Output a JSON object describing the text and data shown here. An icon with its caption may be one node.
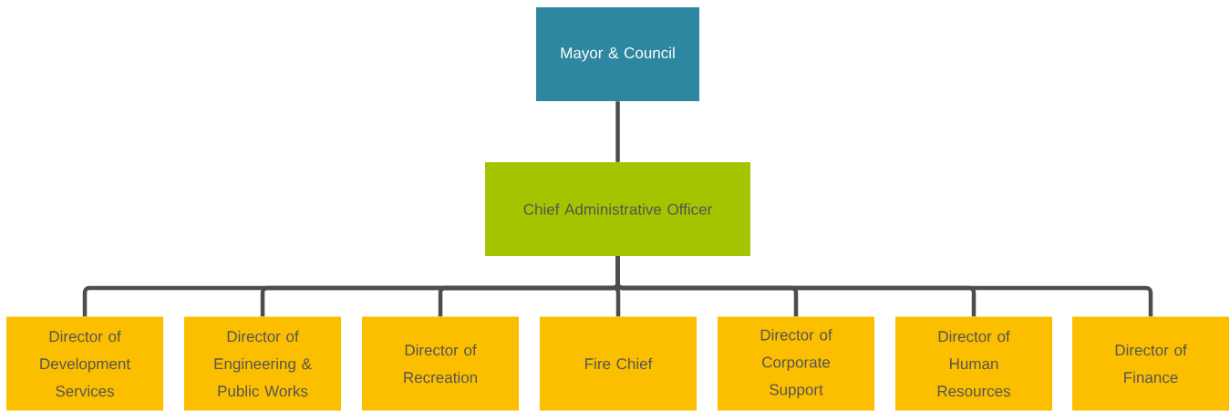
{
  "diagram": {
    "nodes": [
      {
        "text": [
          "Mayor & Council"
        ]
      },
      {
        "text": [
          "Chief Administrative Officer"
        ]
      },
      {
        "text": [
          "Director of Development Services"
        ]
      },
      {
        "text": [
          "Director of Engineering & Public Works"
        ]
      },
      {
        "text": [
          "Director of Recreation"
        ]
      },
      {
        "text": [
          "Fire Chief"
        ]
      },
      {
        "text": [
          "Director of Corporate Support"
        ]
      },
      {
        "text": [
          "Director of Human Resources"
        ]
      },
      {
        "text": [
          "Director of Finance"
        ]
      }
    ],
    "edges": [
      {
        "from": 0,
        "to": 1,
        "arrow": "none"
      },
      {
        "from": 1,
        "to": 2,
        "arrow": "none"
      },
      {
        "from": 1,
        "to": 3,
        "arrow": "none"
      },
      {
        "from": 1,
        "to": 4,
        "arrow": "none"
      },
      {
        "from": 1,
        "to": 5,
        "arrow": "none"
      },
      {
        "from": 1,
        "to": 6,
        "arrow": "none"
      },
      {
        "from": 1,
        "to": 7,
        "arrow": "none"
      },
      {
        "from": 1,
        "to": 8,
        "arrow": "none"
      }
    ]
  }
}
